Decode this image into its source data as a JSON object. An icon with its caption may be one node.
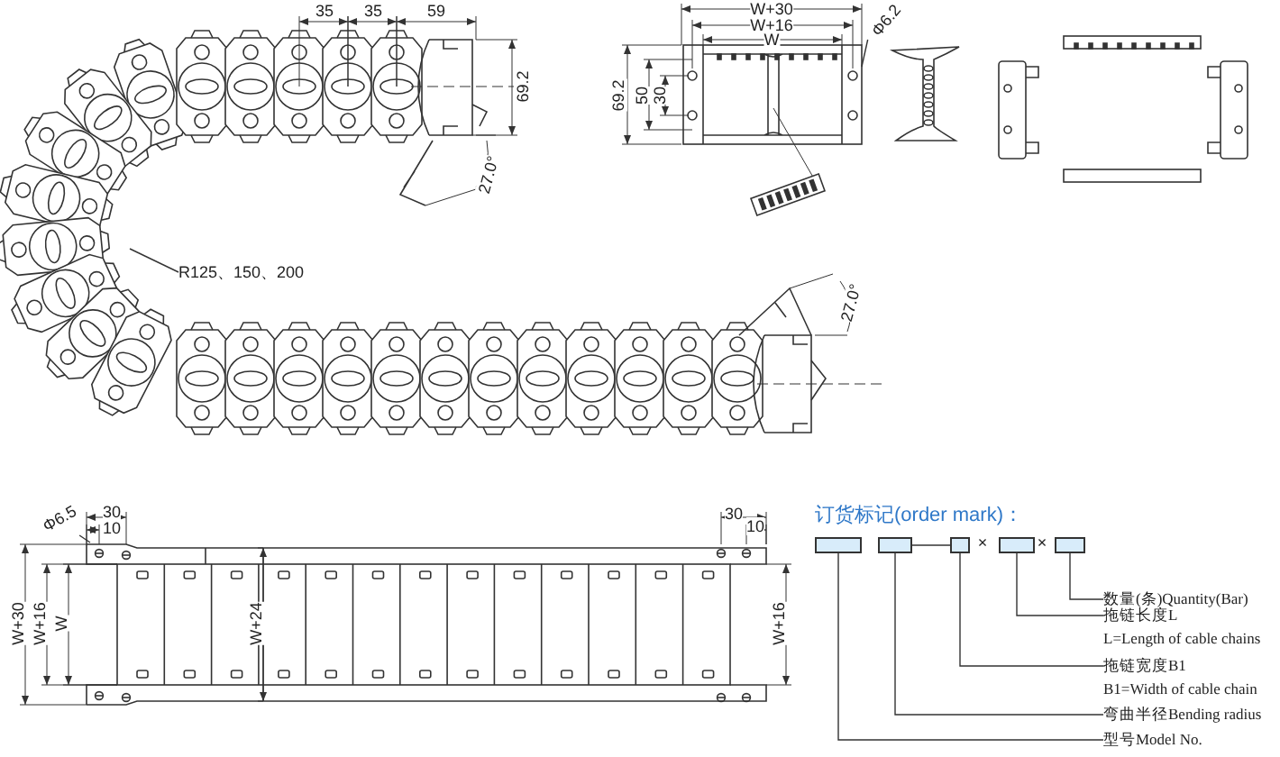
{
  "diagram": {
    "title": "订货标记(order mark)：",
    "nodes": [
      {
        "text": [],
        "shape": "box"
      },
      {
        "text": [],
        "shape": "box"
      },
      {
        "text": [],
        "shape": "box"
      },
      {
        "text": [],
        "shape": "box"
      },
      {
        "text": [],
        "shape": "box"
      },
      {
        "text": [
          "数量(条)Quantity(Bar)"
        ]
      },
      {
        "text": [
          "拖链长度L",
          "L=Length of cable chains"
        ]
      },
      {
        "text": [
          "拖链宽度B1",
          "B1=Width of cable chain"
        ]
      },
      {
        "text": [
          "弯曲半径Bending radius"
        ]
      },
      {
        "text": [
          "型号Model No."
        ]
      },
      {
        "text": [
          "R125、150、200"
        ]
      },
      {
        "text": [
          "Φ6.2"
        ]
      },
      {
        "text": [
          "Φ6.5"
        ]
      }
    ],
    "edges": [
      {
        "from": 1,
        "to": 2,
        "arrow": "none"
      },
      {
        "from": 5,
        "to": 4,
        "arrow": "none"
      },
      {
        "from": 6,
        "to": 3,
        "arrow": "none"
      },
      {
        "from": 7,
        "to": 2,
        "arrow": "none"
      },
      {
        "from": 8,
        "to": 1,
        "arrow": "none"
      },
      {
        "from": 9,
        "to": 0,
        "arrow": "none"
      },
      {
        "from": 10,
        "to": null,
        "arrow": "none"
      },
      {
        "from": 11,
        "to": null,
        "arrow": "none"
      },
      {
        "from": 12,
        "to": null,
        "arrow": "none"
      }
    ],
    "labels": [
      "35",
      "35",
      "59",
      "69.2",
      "27.0°",
      "27.0°",
      "W+30",
      "W+16",
      "W",
      "69.2",
      "50",
      "30",
      "30",
      "10",
      "30",
      "10",
      "W+30",
      "W+16",
      "W",
      "W+24",
      "W+16",
      "×",
      "×"
    ]
  }
}
